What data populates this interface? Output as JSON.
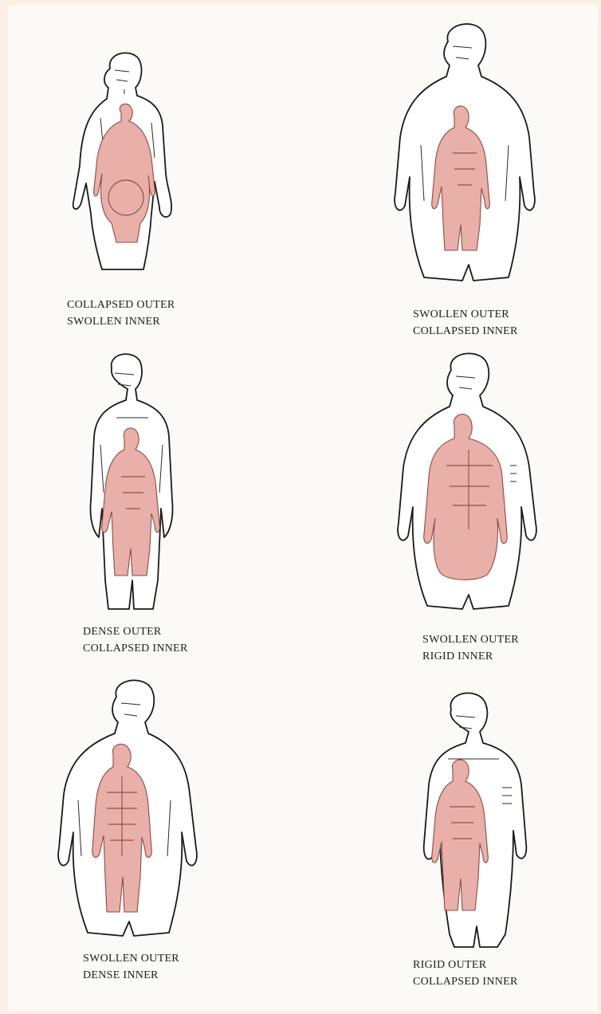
{
  "figures": [
    {
      "caption_line1": "COLLAPSED OUTER",
      "caption_line2": "SWOLLEN INNER"
    },
    {
      "caption_line1": "SWOLLEN OUTER",
      "caption_line2": "COLLAPSED INNER"
    },
    {
      "caption_line1": "DENSE OUTER",
      "caption_line2": "COLLAPSED INNER"
    },
    {
      "caption_line1": "SWOLLEN OUTER",
      "caption_line2": "RIGID INNER"
    },
    {
      "caption_line1": "SWOLLEN OUTER",
      "caption_line2": "DENSE INNER"
    },
    {
      "caption_line1": "RIGID OUTER",
      "caption_line2": "COLLAPSED INNER"
    }
  ],
  "colors": {
    "page": "#fbfaf6",
    "margin": "#fdeee6",
    "inner_body": "#e8b0a8",
    "outline": "#1a1a1a"
  }
}
